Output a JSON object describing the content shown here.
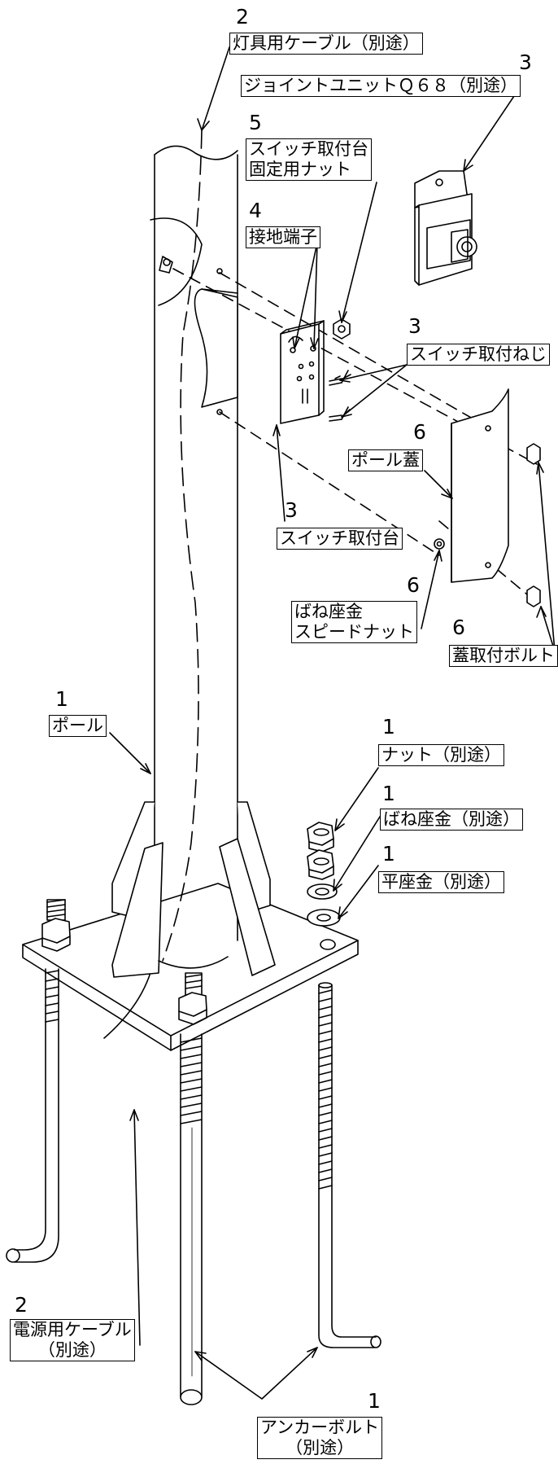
{
  "callouts": {
    "light_cable": {
      "num": "2",
      "text": "灯具用ケーブル（別途）"
    },
    "joint_unit": {
      "num": "3",
      "text": "ジョイントユニットＱ６８（別途）"
    },
    "switch_nut": {
      "num": "5",
      "line1": "スイッチ取付台",
      "line2": "固定用ナット"
    },
    "ground_terminal": {
      "num": "4",
      "text": "接地端子"
    },
    "switch_screw": {
      "num": "3",
      "text": "スイッチ取付ねじ"
    },
    "pole_cover": {
      "num": "6",
      "text": "ポール蓋"
    },
    "switch_base": {
      "num": "3",
      "text": "スイッチ取付台"
    },
    "speed_nut": {
      "num": "6",
      "line1": "ばね座金",
      "line2": "スピードナット"
    },
    "cover_bolt": {
      "num": "6",
      "text": "蓋取付ボルト"
    },
    "pole": {
      "num": "1",
      "text": "ポール"
    },
    "nut": {
      "num": "1",
      "text": "ナット（別途）"
    },
    "spring_washer": {
      "num": "1",
      "text": "ばね座金（別途）"
    },
    "flat_washer": {
      "num": "1",
      "text": "平座金（別途）"
    },
    "power_cable": {
      "num": "2",
      "line1": "電源用ケーブル",
      "line2": "（別途）"
    },
    "anchor_bolt": {
      "num": "1",
      "line1": "アンカーボルト",
      "line2": "（別途）"
    }
  }
}
